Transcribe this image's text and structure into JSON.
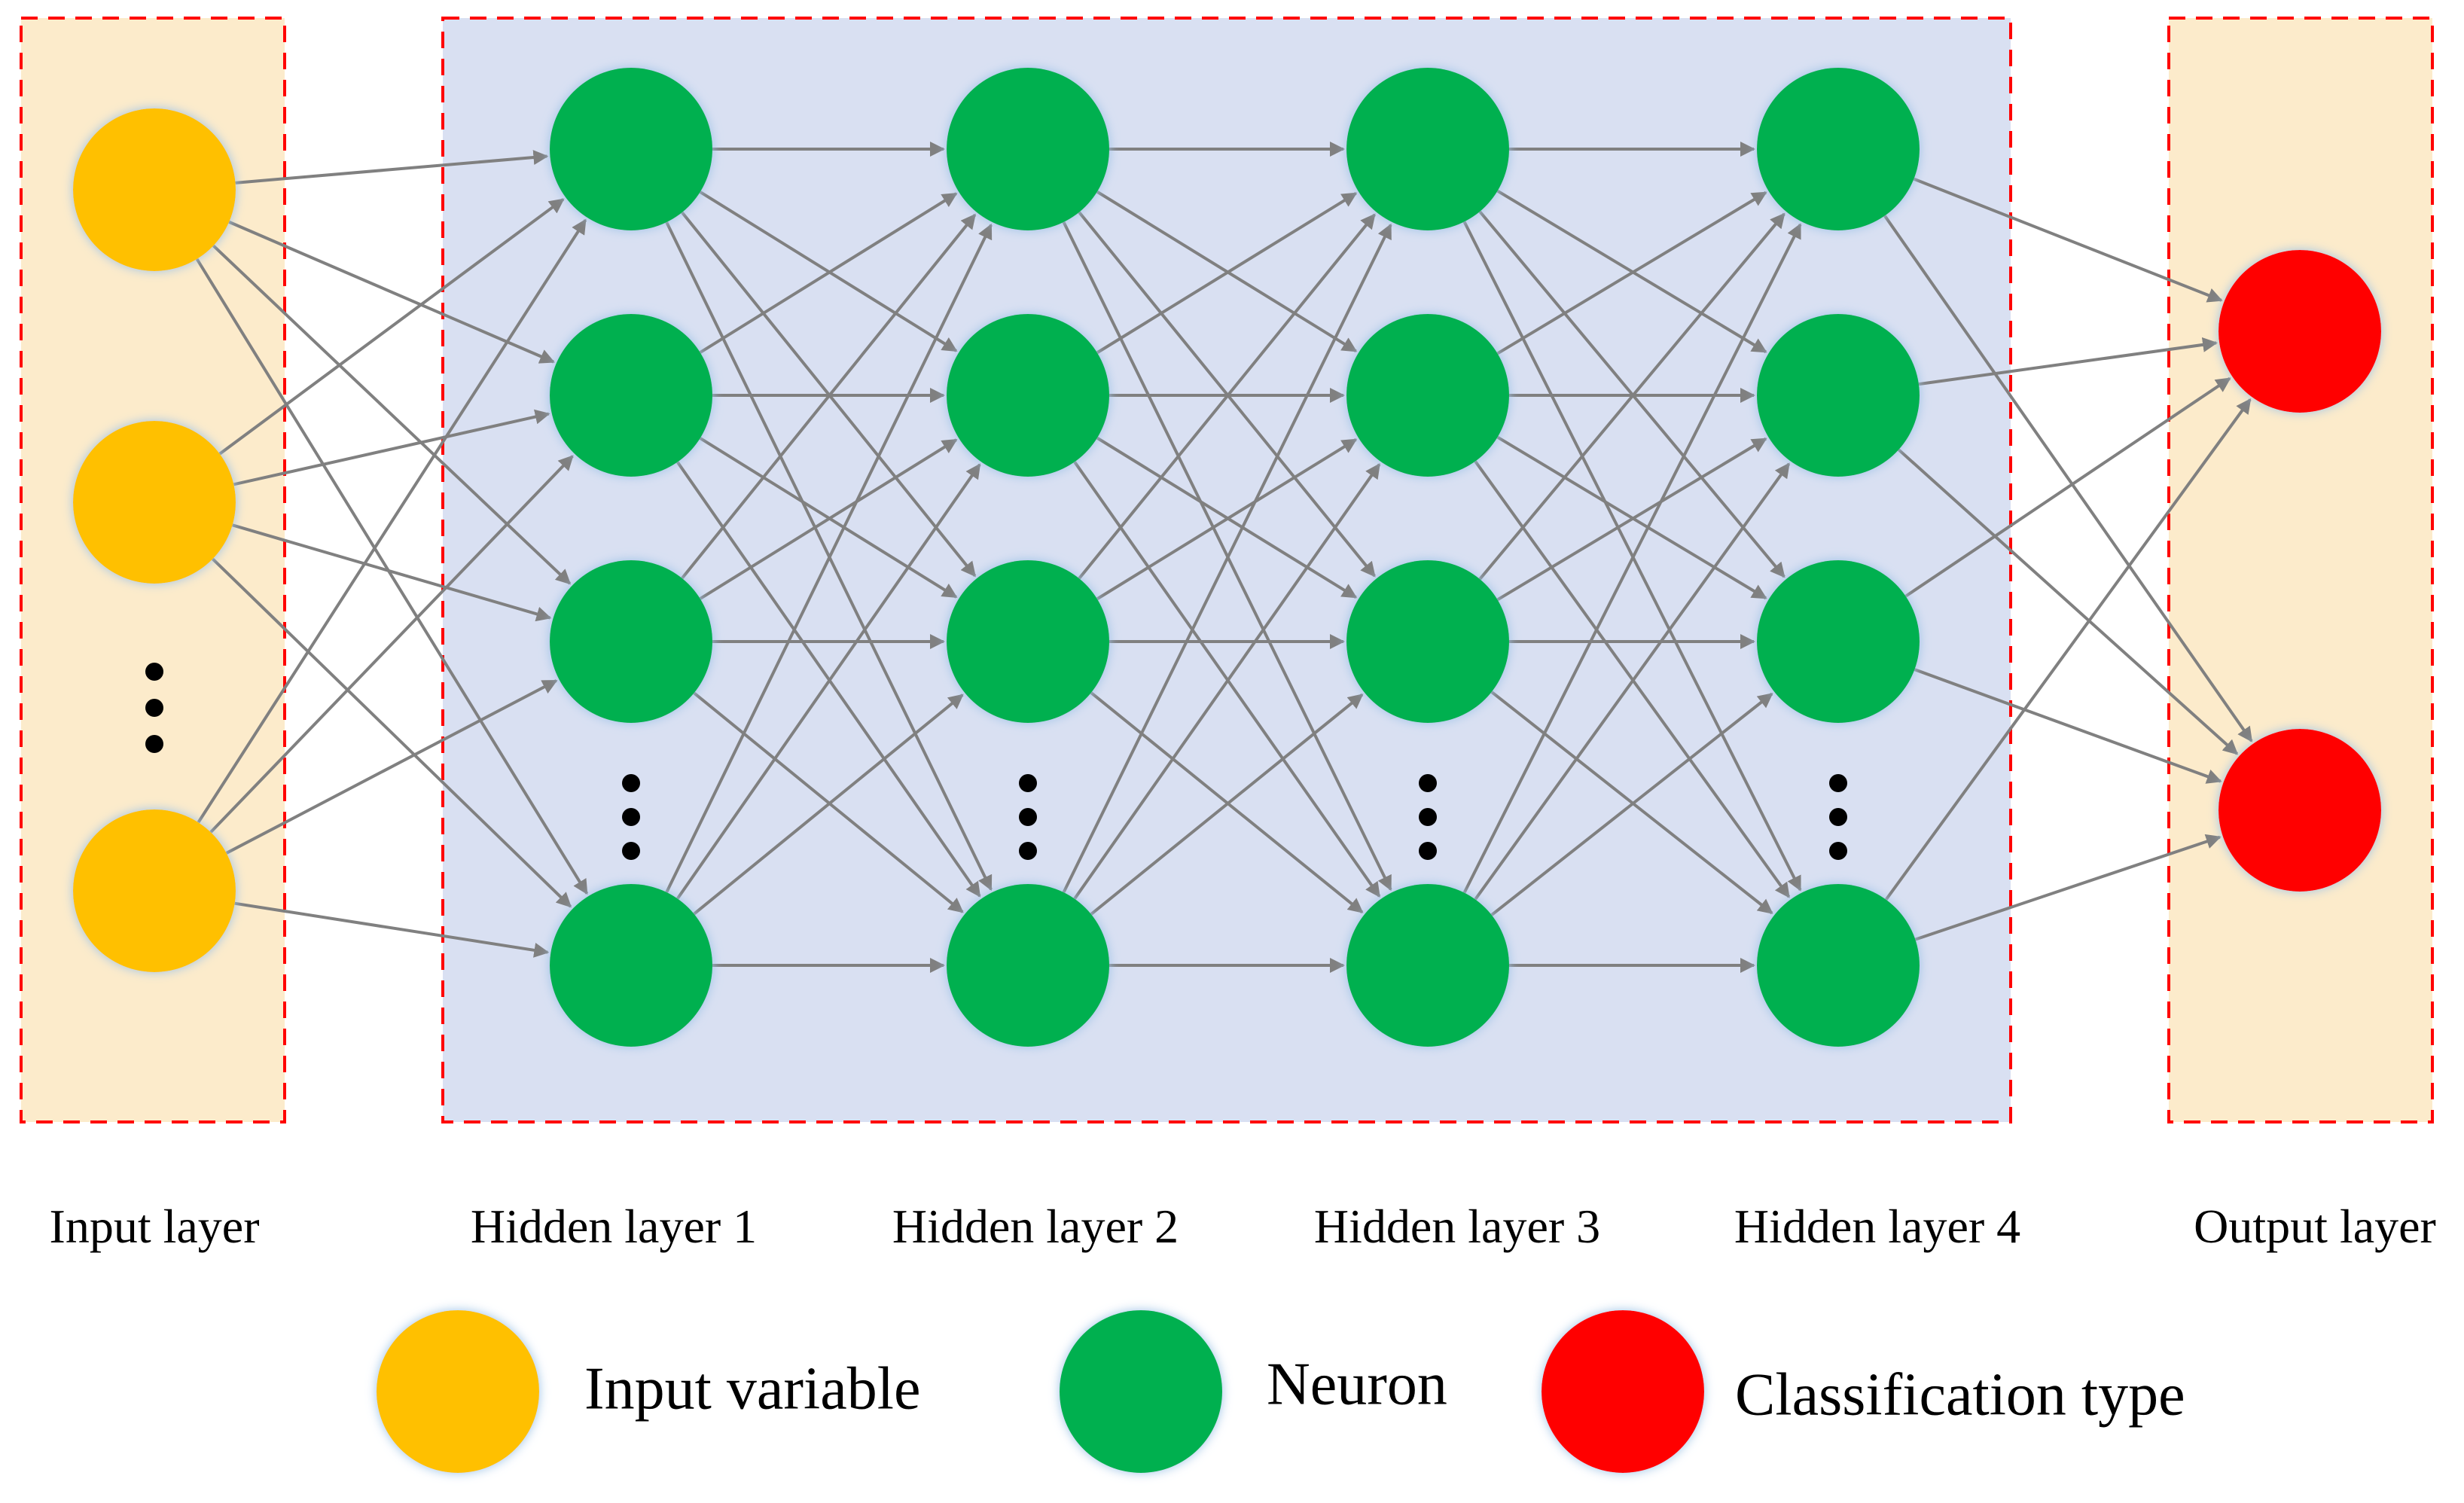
{
  "layers": [
    {
      "id": "input",
      "label": "Input layer",
      "kind": "input",
      "nodes": 3,
      "ellipsis": true
    },
    {
      "id": "hidden1",
      "label": "Hidden layer 1",
      "kind": "neuron",
      "nodes": 4,
      "ellipsis": true
    },
    {
      "id": "hidden2",
      "label": "Hidden layer 2",
      "kind": "neuron",
      "nodes": 4,
      "ellipsis": true
    },
    {
      "id": "hidden3",
      "label": "Hidden layer 3",
      "kind": "neuron",
      "nodes": 4,
      "ellipsis": true
    },
    {
      "id": "hidden4",
      "label": "Hidden layer 4",
      "kind": "neuron",
      "nodes": 4,
      "ellipsis": true
    },
    {
      "id": "output",
      "label": "Output layer",
      "kind": "output",
      "nodes": 2,
      "ellipsis": false
    }
  ],
  "legend": [
    {
      "kind": "input",
      "label": "Input variable"
    },
    {
      "kind": "neuron",
      "label": "Neuron"
    },
    {
      "kind": "output",
      "label": "Classification type"
    }
  ],
  "colors": {
    "input": "#FFC000",
    "neuron": "#00B050",
    "output": "#FF0000",
    "connection": "#808080",
    "box_border": "#FF0000",
    "side_panel": "#FCEBCB",
    "hidden_panel": "#D9E0F2",
    "glow": "#9DC3E6"
  }
}
